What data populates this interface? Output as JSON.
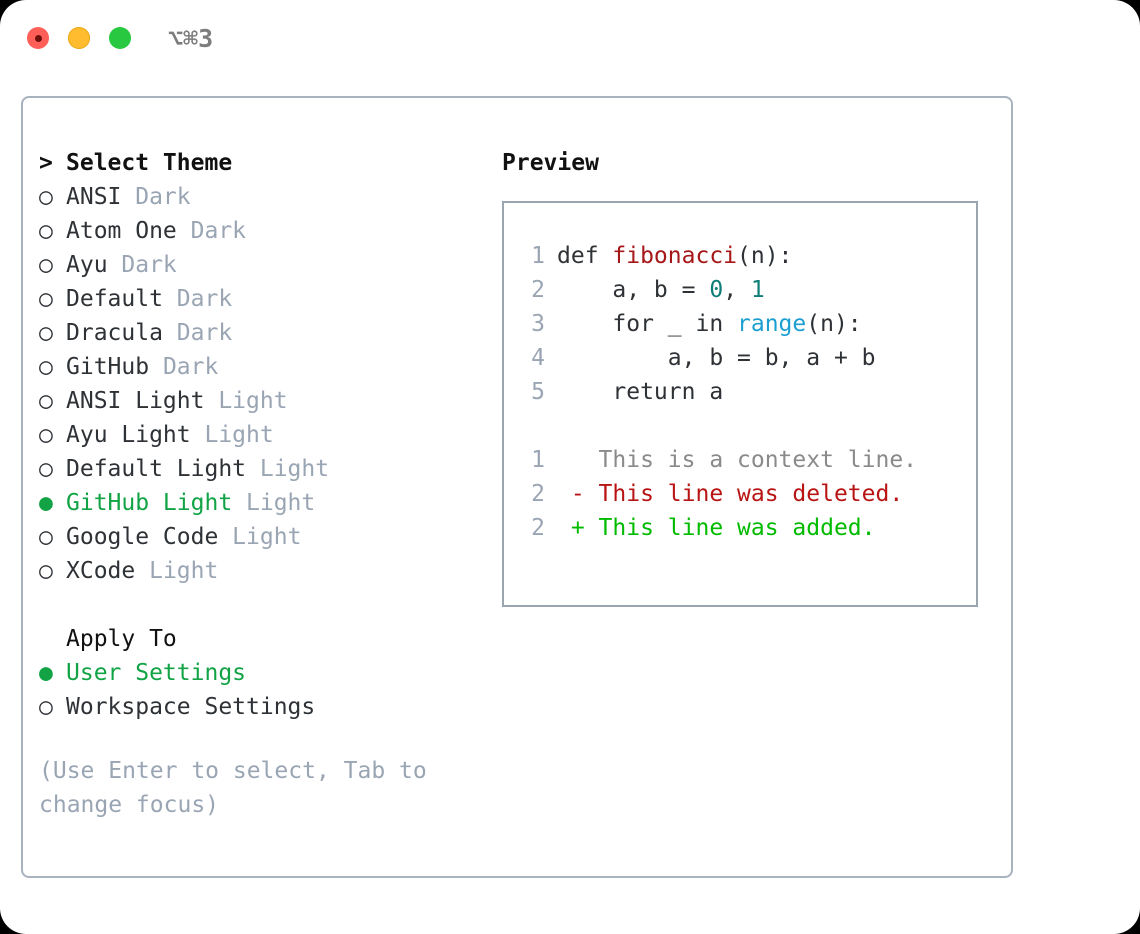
{
  "window": {
    "title": "⌥⌘3",
    "traffic_lights": [
      {
        "name": "close-button",
        "color": "#ff5f57"
      },
      {
        "name": "minimize-button",
        "color": "#febc2e"
      },
      {
        "name": "maximize-button",
        "color": "#28c840"
      }
    ]
  },
  "theme_list": {
    "header": "Select Theme",
    "caret": ">",
    "marker_unselected": "○",
    "marker_selected": "●",
    "accent_color": "#12a345",
    "variant_color": "#9aa5b4",
    "items": [
      {
        "name": "ANSI",
        "variant": "Dark",
        "selected": false
      },
      {
        "name": "Atom One",
        "variant": "Dark",
        "selected": false
      },
      {
        "name": "Ayu",
        "variant": "Dark",
        "selected": false
      },
      {
        "name": "Default",
        "variant": "Dark",
        "selected": false
      },
      {
        "name": "Dracula",
        "variant": "Dark",
        "selected": false
      },
      {
        "name": "GitHub",
        "variant": "Dark",
        "selected": false
      },
      {
        "name": "ANSI Light",
        "variant": "Light",
        "selected": false
      },
      {
        "name": "Ayu Light",
        "variant": "Light",
        "selected": false
      },
      {
        "name": "Default Light",
        "variant": "Light",
        "selected": false
      },
      {
        "name": "GitHub Light",
        "variant": "Light",
        "selected": true
      },
      {
        "name": "Google Code",
        "variant": "Light",
        "selected": false
      },
      {
        "name": "XCode",
        "variant": "Light",
        "selected": false
      }
    ]
  },
  "apply_to": {
    "header": "Apply To",
    "items": [
      {
        "name": "User Settings",
        "selected": true
      },
      {
        "name": "Workspace Settings",
        "selected": false
      }
    ]
  },
  "hint": "(Use Enter to select, Tab to change focus)",
  "preview": {
    "title": "Preview",
    "code_lines": [
      {
        "number": "1",
        "tokens": [
          {
            "text": "def ",
            "type": "kw"
          },
          {
            "text": "fibonacci",
            "type": "fn"
          },
          {
            "text": "(n):",
            "type": "plain"
          }
        ]
      },
      {
        "number": "2",
        "tokens": [
          {
            "text": "    a, b = ",
            "type": "plain"
          },
          {
            "text": "0",
            "type": "num"
          },
          {
            "text": ", ",
            "type": "plain"
          },
          {
            "text": "1",
            "type": "num"
          }
        ]
      },
      {
        "number": "3",
        "tokens": [
          {
            "text": "    for _ in ",
            "type": "plain"
          },
          {
            "text": "range",
            "type": "call"
          },
          {
            "text": "(n):",
            "type": "plain"
          }
        ]
      },
      {
        "number": "4",
        "tokens": [
          {
            "text": "        a, b = b, a + b",
            "type": "plain"
          }
        ]
      },
      {
        "number": "5",
        "tokens": [
          {
            "text": "    return a",
            "type": "plain"
          }
        ]
      },
      {
        "number": "",
        "tokens": []
      },
      {
        "number": "1",
        "tokens": [
          {
            "text": "   This is a context line.",
            "type": "ctx"
          }
        ]
      },
      {
        "number": "2",
        "tokens": [
          {
            "text": " - This line was deleted.",
            "type": "del"
          }
        ]
      },
      {
        "number": "2",
        "tokens": [
          {
            "text": " + This line was added.",
            "type": "add"
          }
        ]
      }
    ]
  }
}
